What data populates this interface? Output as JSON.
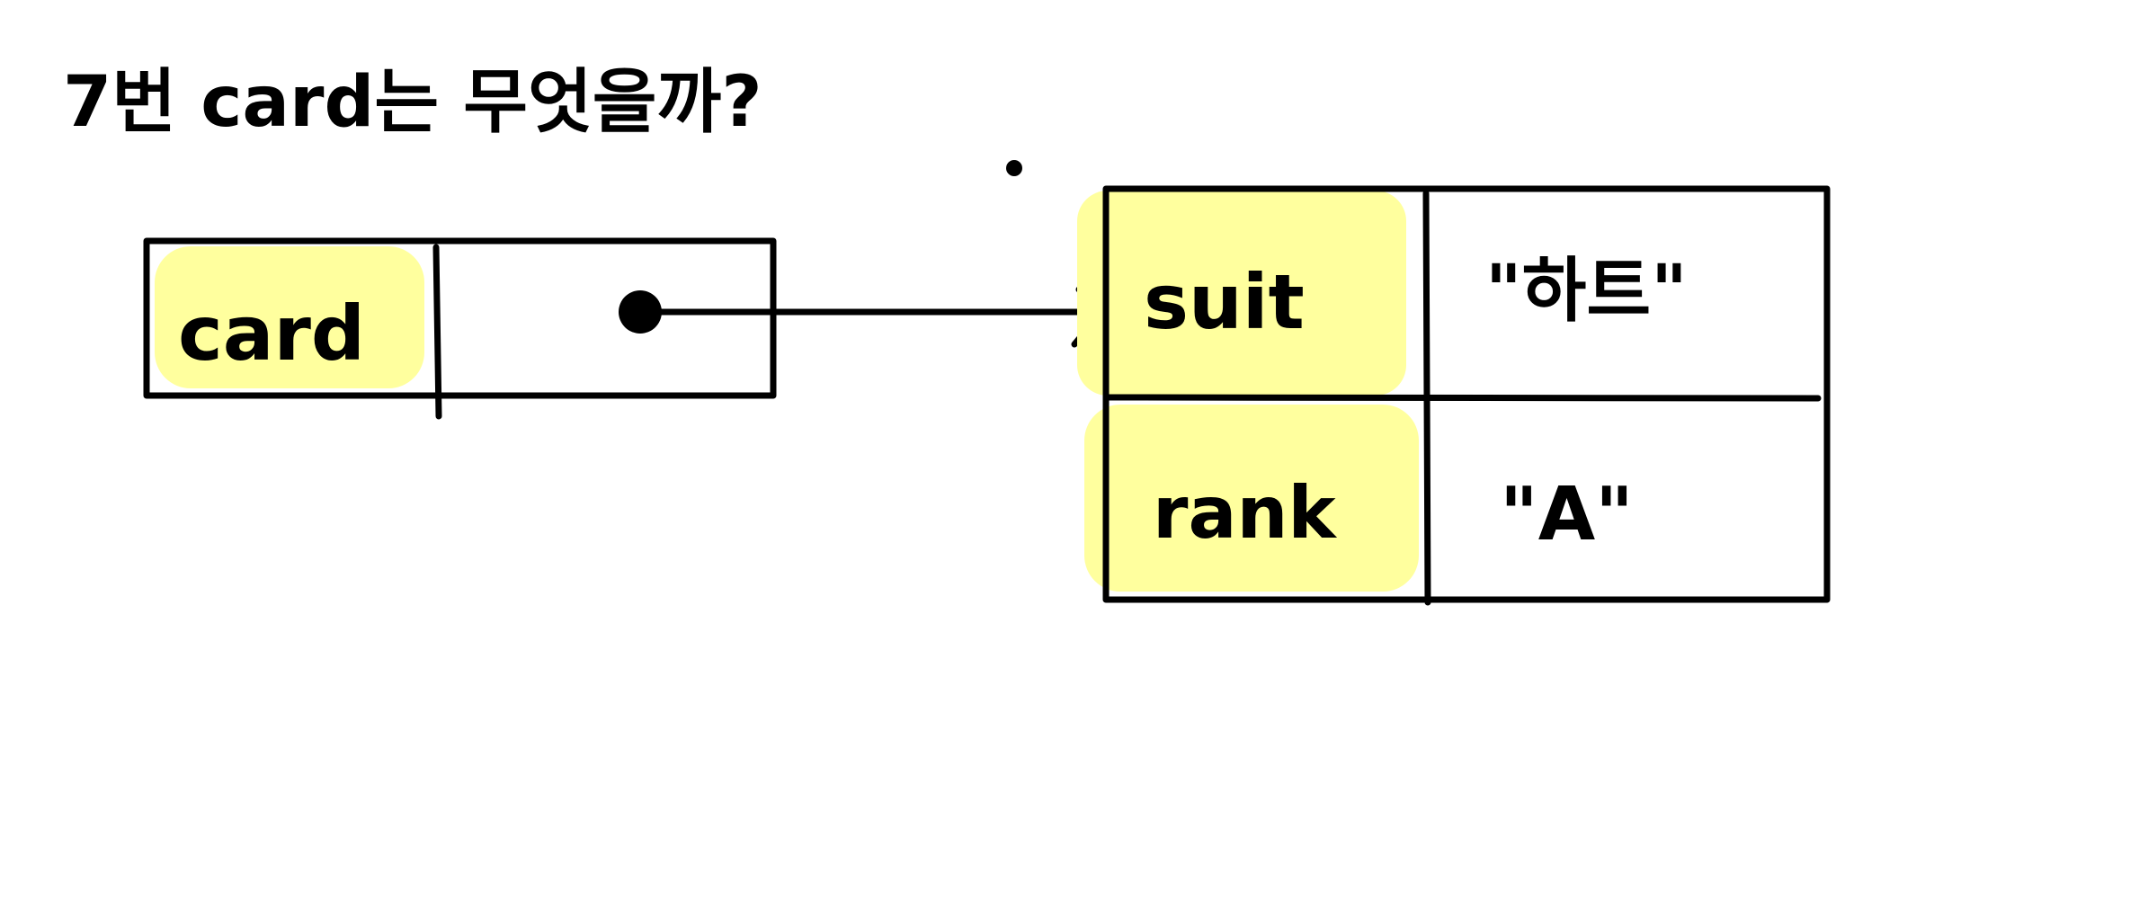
{
  "title": "7번 card는 무엇을까?",
  "variable": {
    "name": "card"
  },
  "object": {
    "fields": [
      {
        "name": "suit",
        "value": "\"하트\""
      },
      {
        "name": "rank",
        "value": "\"A\""
      }
    ]
  },
  "colors": {
    "ink": "#000000",
    "highlight": "#ffff9e",
    "background": "#ffffff"
  }
}
